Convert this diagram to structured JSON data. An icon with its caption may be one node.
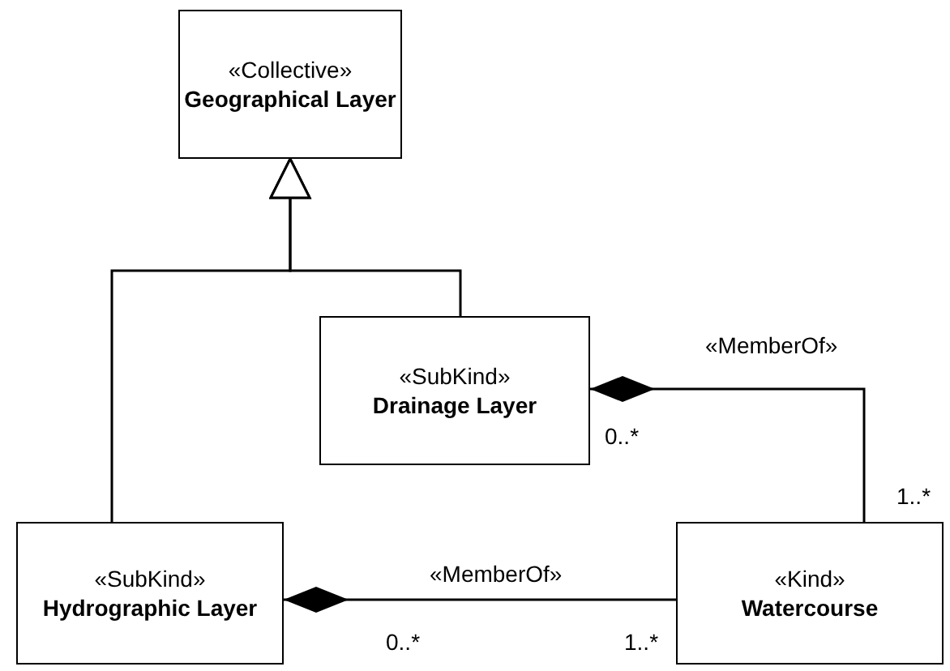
{
  "diagram": {
    "nodes": [
      {
        "text": [
          "«Collective»",
          "Geographical Layer"
        ]
      },
      {
        "text": [
          "«SubKind»",
          "Drainage Layer"
        ]
      },
      {
        "text": [
          "«SubKind»",
          "Hydrographic Layer"
        ]
      },
      {
        "text": [
          "«Kind»",
          "Watercourse"
        ]
      }
    ],
    "edges": [
      {
        "from": 1,
        "to": 0,
        "arrow": "to"
      },
      {
        "from": 2,
        "to": 0,
        "arrow": "to"
      },
      {
        "from": 3,
        "to": 1,
        "arrow": "other",
        "label": "«MemberOf»"
      },
      {
        "from": 3,
        "to": 2,
        "arrow": "other",
        "label": "«MemberOf»"
      }
    ],
    "labels": [
      "0..*",
      "1..*",
      "0..*",
      "1..*"
    ]
  }
}
